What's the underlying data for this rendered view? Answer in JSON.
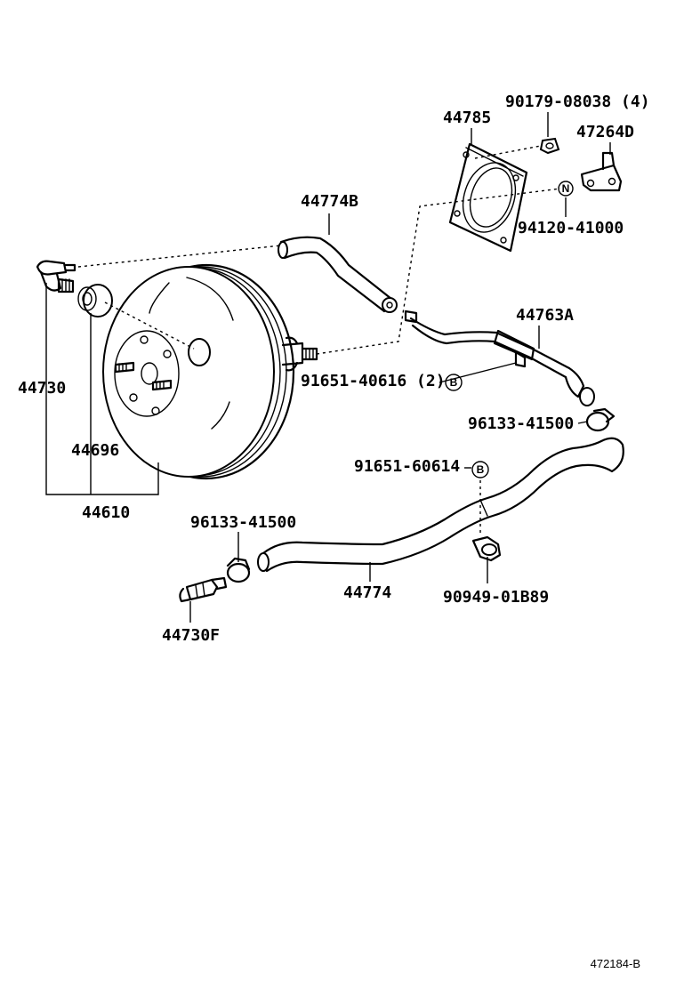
{
  "diagram_id": "472184-B",
  "labels": {
    "p44730": "44730",
    "p44696": "44696",
    "p44610": "44610",
    "p44774B": "44774B",
    "p44785": "44785",
    "p90179": "90179-08038 (4)",
    "p47264D": "47264D",
    "p94120": "94120-41000",
    "p44763A": "44763A",
    "p91651a": "91651-40616 (2)",
    "p96133a": "96133-41500",
    "p91651b": "91651-60614",
    "p96133b": "96133-41500",
    "p44774": "44774",
    "p90949": "90949-01B89",
    "p44730F": "44730F"
  },
  "badges": {
    "n": "N",
    "b1": "B",
    "b2": "B"
  }
}
